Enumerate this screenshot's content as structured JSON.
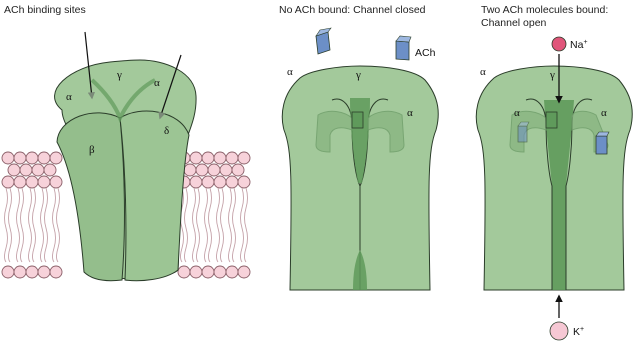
{
  "panels": [
    {
      "title": "ACh binding sites",
      "subunits": {
        "alpha_left": "α",
        "gamma": "γ",
        "alpha_right": "α",
        "beta": "β",
        "delta": "δ"
      }
    },
    {
      "title": "No ACh bound: Channel closed",
      "subunits": {
        "alpha_left": "α",
        "gamma": "γ",
        "alpha_right": "α"
      },
      "ach_label": "ACh"
    },
    {
      "title_line1": "Two ACh molecules bound:",
      "title_line2": "Channel open",
      "subunits": {
        "alpha_left": "α",
        "gamma": "γ",
        "alpha_right": "α"
      },
      "na_label": "Na",
      "na_charge": "+",
      "k_label": "K",
      "k_charge": "+"
    }
  ],
  "colors": {
    "receptor_fill": "#a3c99b",
    "receptor_dark": "#5f9a5b",
    "outline": "#2b3d2a",
    "ach": "#6c8fc7",
    "membrane_head": "#f7d2da",
    "sodium": "#e0557a",
    "potassium": "#f6c8d4"
  }
}
